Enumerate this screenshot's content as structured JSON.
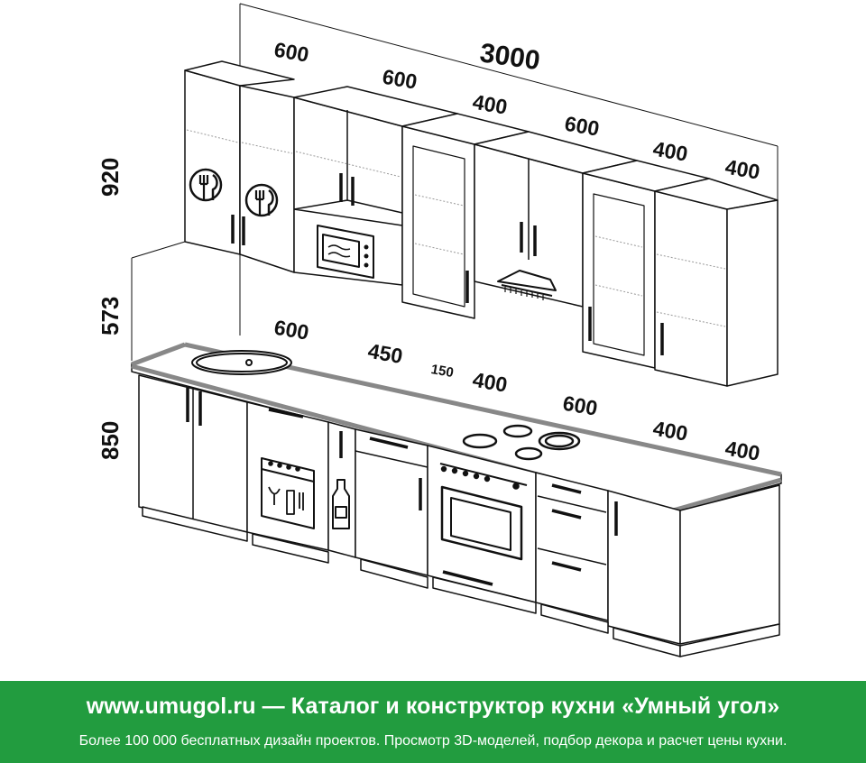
{
  "dimensions": {
    "total_width": "3000",
    "upper_widths": [
      "600",
      "600",
      "400",
      "600",
      "400",
      "400"
    ],
    "base_widths": [
      "600",
      "450",
      "150",
      "400",
      "600",
      "400",
      "400"
    ],
    "heights": [
      "920",
      "573",
      "850"
    ]
  },
  "icons": [
    "cutlery-icon",
    "microwave-icon",
    "range-hood-icon",
    "sink-icon",
    "dishwasher-icon",
    "bottle-icon",
    "hob-icon",
    "oven-icon"
  ],
  "colors": {
    "banner": "#229c3f",
    "banner_text": "#ffffff",
    "line": "#111111",
    "countertop": "#888888"
  },
  "banner": {
    "site": "www.umugol.ru",
    "dash": "—",
    "title": "Каталог и конструктор кухни «Умный угол»",
    "subtitle": "Более 100 000 бесплатных дизайн проектов. Просмотр 3D-моделей, подбор декора и расчет цены кухни."
  }
}
